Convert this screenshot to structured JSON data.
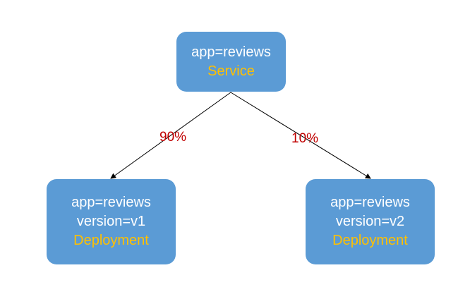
{
  "diagram": {
    "service": {
      "label": "app=reviews",
      "kind": "Service"
    },
    "deployments": [
      {
        "label": "app=reviews",
        "version": "version=v1",
        "kind": "Deployment"
      },
      {
        "label": "app=reviews",
        "version": "version=v2",
        "kind": "Deployment"
      }
    ],
    "edges": [
      {
        "from": "service",
        "to": "deployment-v1",
        "label": "90%"
      },
      {
        "from": "service",
        "to": "deployment-v2",
        "label": "10%"
      }
    ],
    "colors": {
      "node_fill": "#5b9bd5",
      "node_text": "#ffffff",
      "kind_text": "#ffc000",
      "edge_label": "#c00000",
      "edge_line": "#000000"
    }
  }
}
